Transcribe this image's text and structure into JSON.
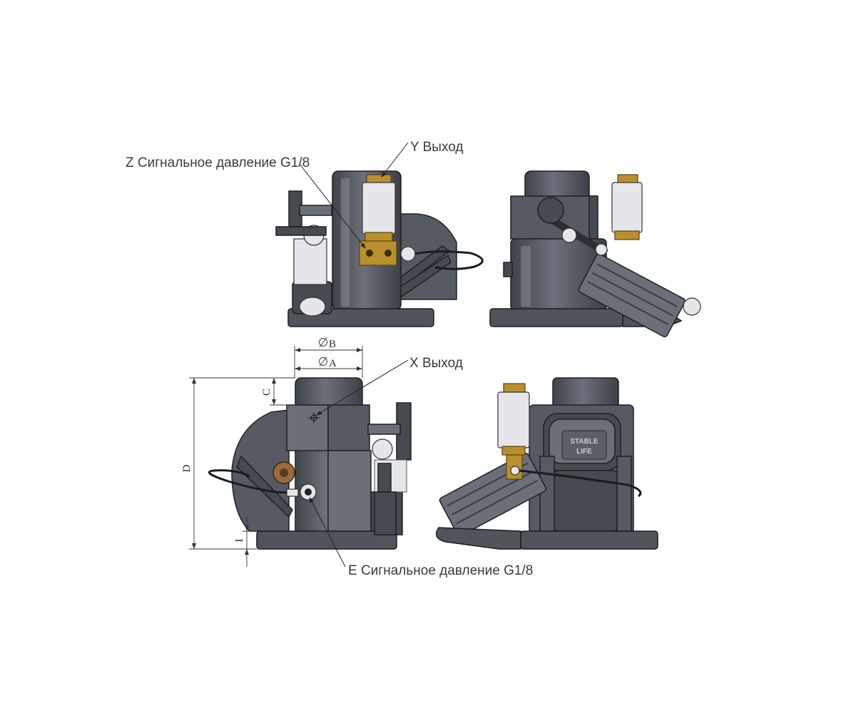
{
  "labels": {
    "y_outlet": "Y Выход",
    "z_signal": "Z Сигнальное давление G1/8",
    "x_outlet": "X Выход",
    "e_signal": "E Сигнальное давление G1/8"
  },
  "dimensions": {
    "phi_b": "B",
    "phi_a": "A",
    "c": "C",
    "d": "D",
    "i": "I"
  },
  "plate": {
    "line1": "STABLE",
    "line2": "LIFE"
  },
  "colors": {
    "body": "#565b63",
    "brass": "#b8902e",
    "background": "#ffffff"
  }
}
